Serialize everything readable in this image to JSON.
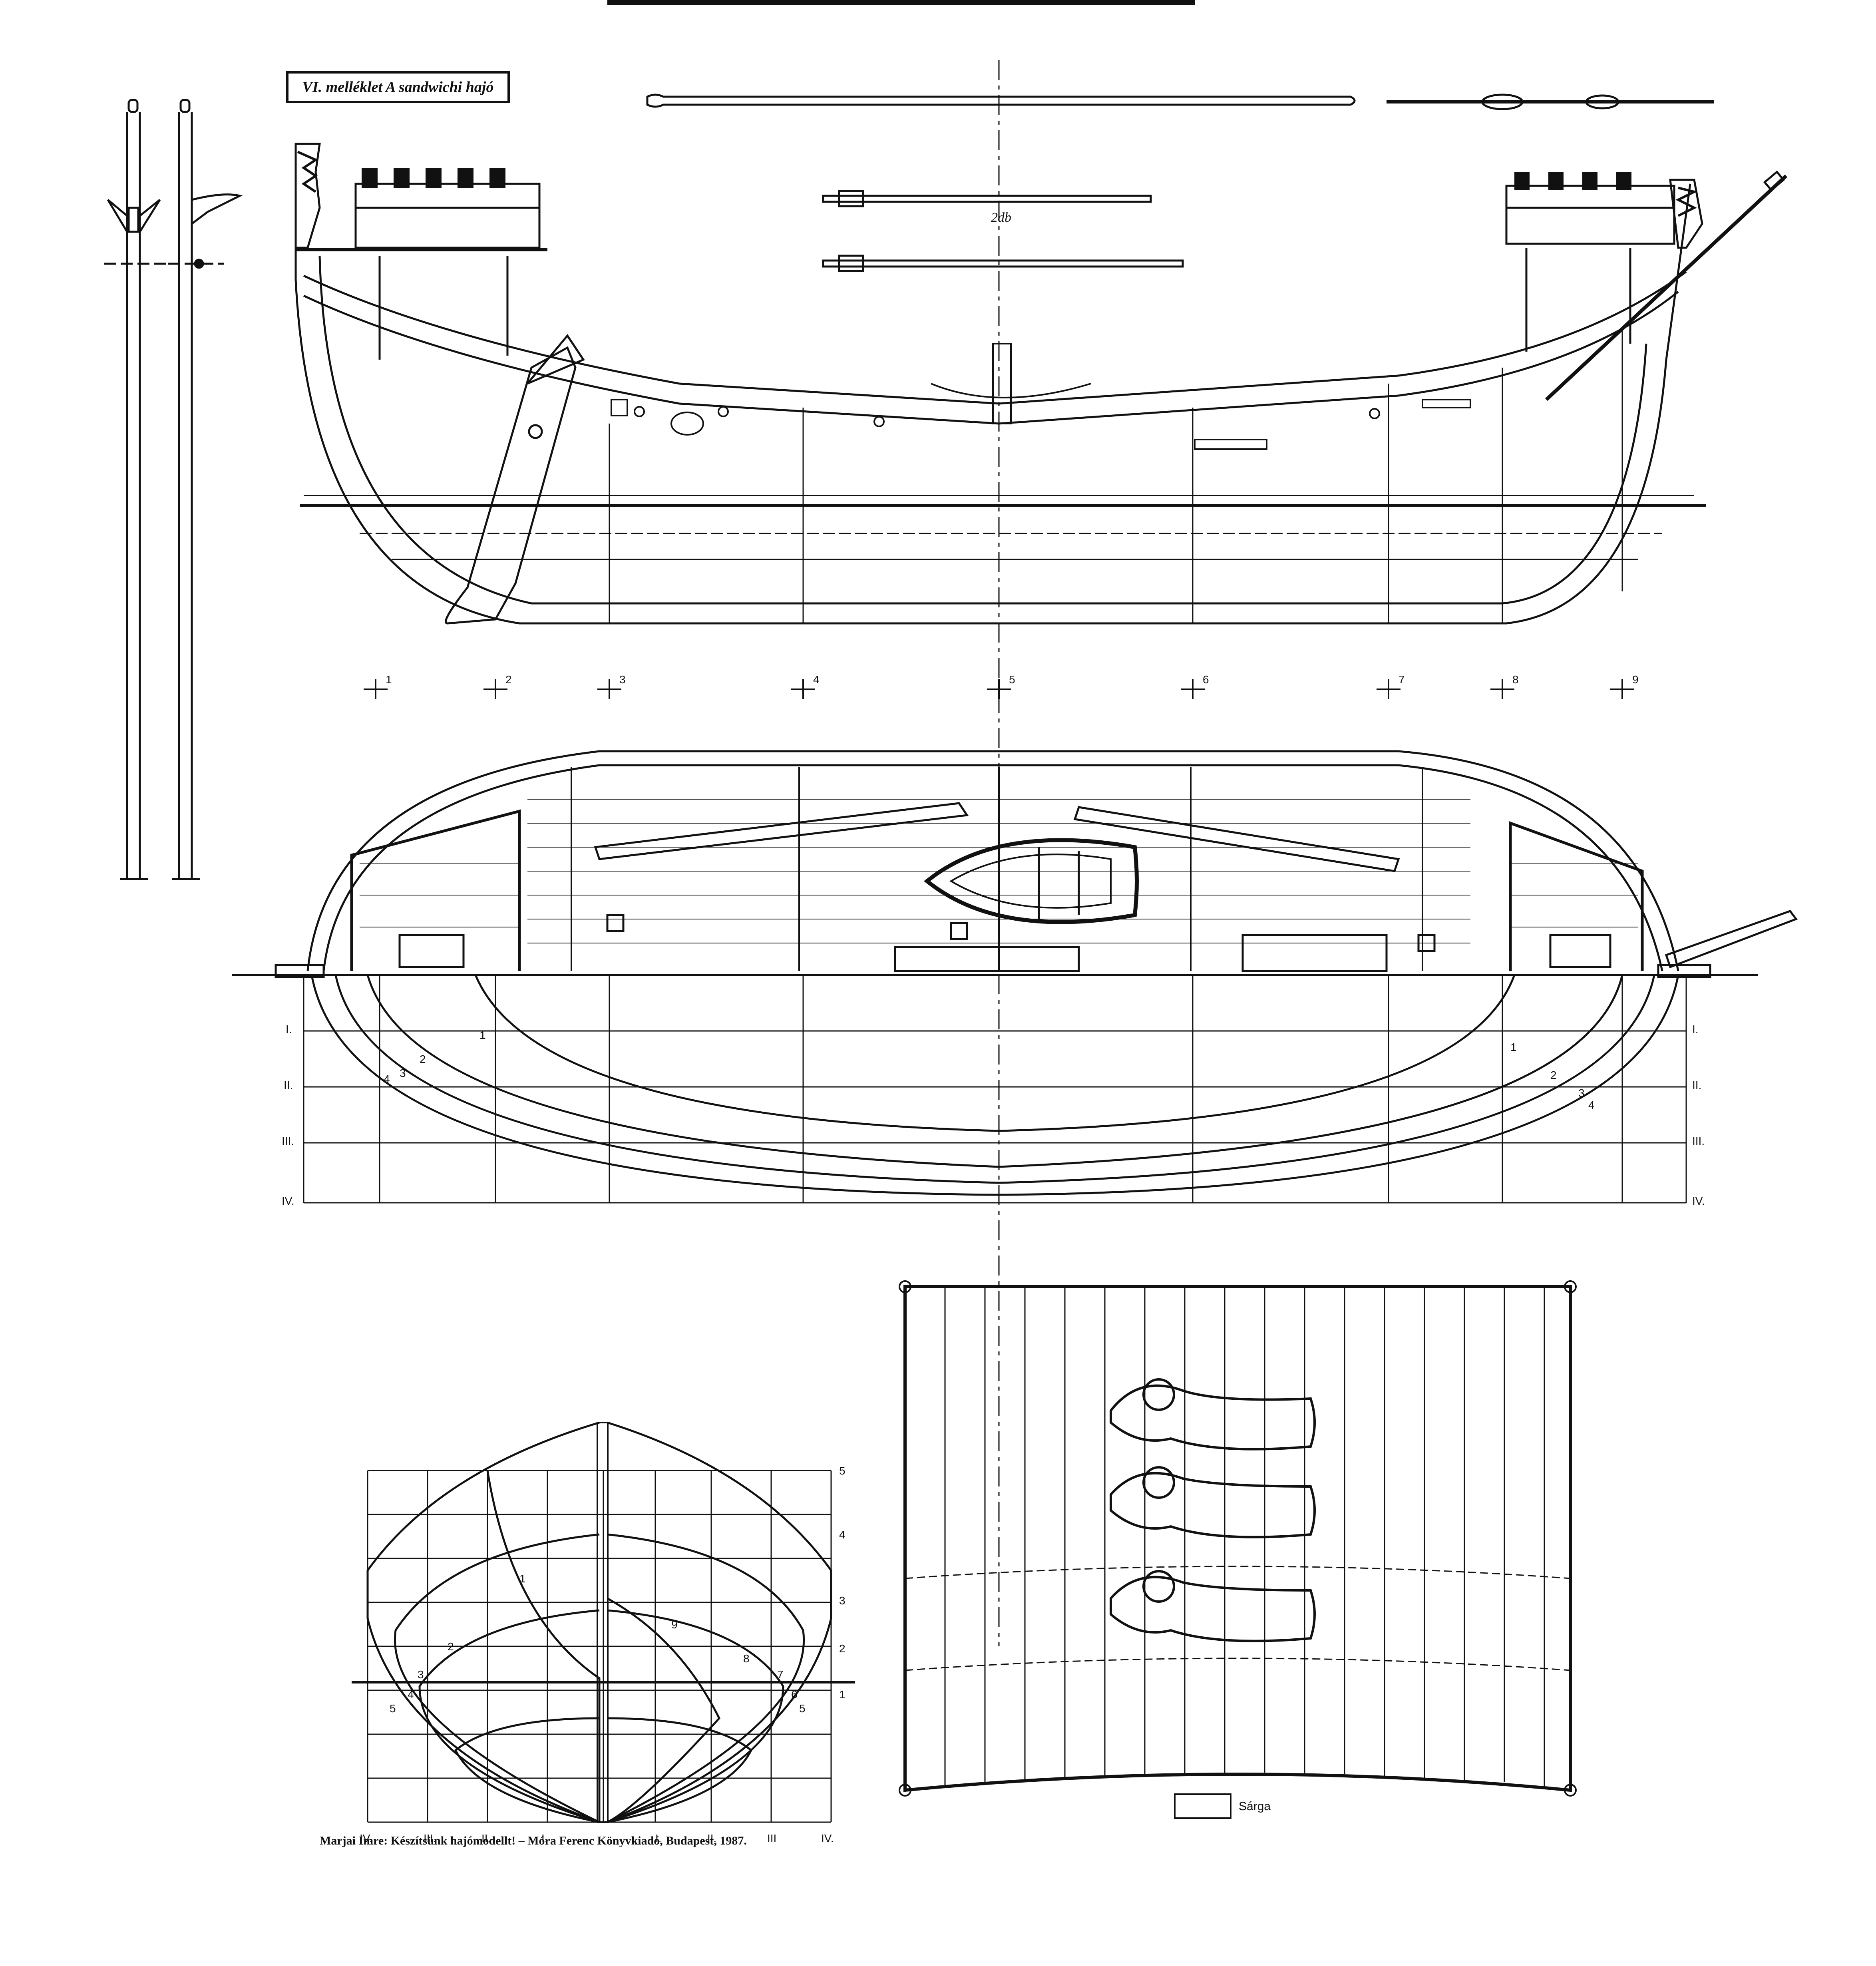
{
  "title": "VI. melléklet A sandwichi hajó",
  "spar_count_label": "2db",
  "station_numbers": [
    "1",
    "2",
    "3",
    "4",
    "5",
    "6",
    "7",
    "8",
    "9"
  ],
  "waterline_labels": [
    "I.",
    "II.",
    "III.",
    "IV."
  ],
  "hull_frame_labels_left": [
    "1",
    "2",
    "3",
    "4"
  ],
  "hull_frame_labels_right": [
    "1",
    "2",
    "3",
    "4"
  ],
  "body_plan": {
    "row_numbers": [
      "1",
      "2",
      "3",
      "4",
      "5"
    ],
    "column_labels": [
      "IV.",
      "III.",
      "II.",
      "I.",
      "I.",
      "II.",
      "III",
      "IV."
    ],
    "section_numbers_left": [
      "1",
      "2",
      "3",
      "4",
      "5"
    ],
    "section_numbers_right": [
      "9",
      "8",
      "7",
      "6",
      "5"
    ]
  },
  "legend": {
    "label": "Sárga",
    "color": "#ffffff"
  },
  "credit": "Marjai Imre: Készítsünk hajómodellt! – Móra Ferenc Könyvkiadó, Budapest, 1987.",
  "colors": {
    "ink": "#111111",
    "paper": "#ffffff"
  }
}
